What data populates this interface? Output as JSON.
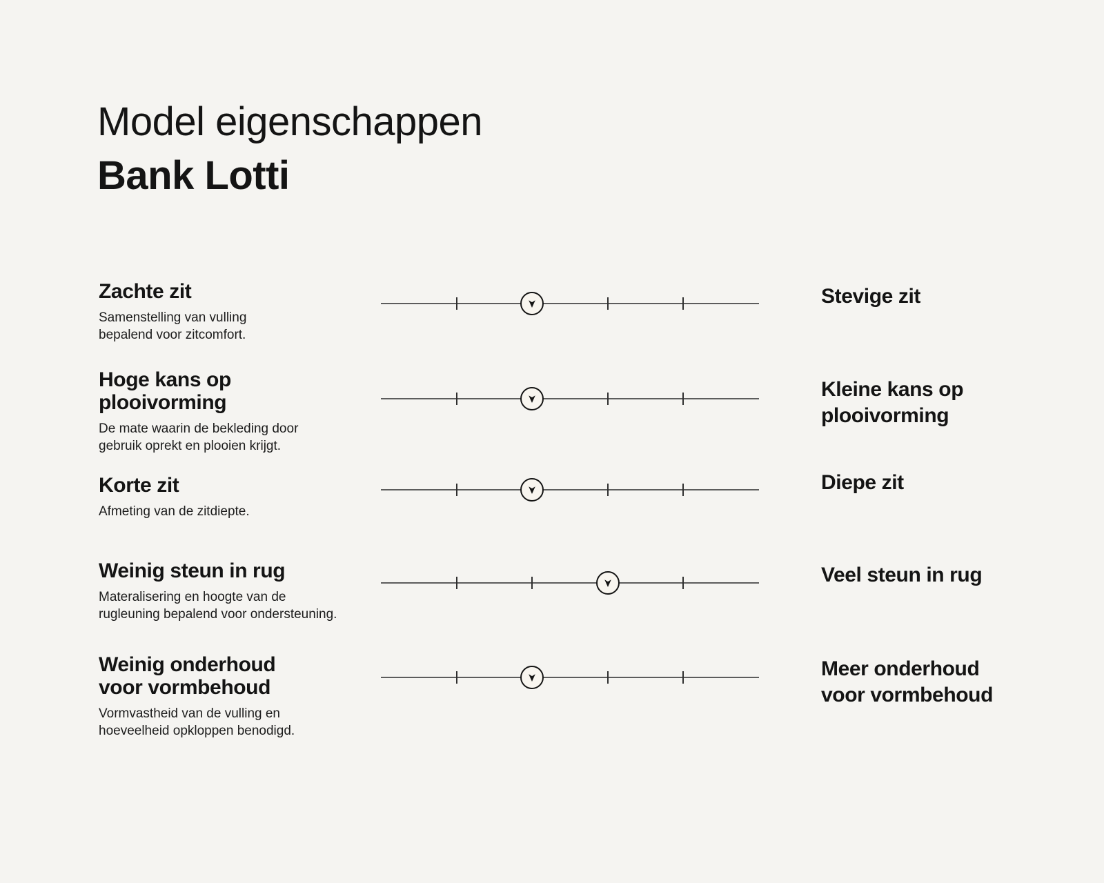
{
  "page": {
    "background": "#f5f4f1",
    "text_color": "#141414"
  },
  "header": {
    "title": "Model eigenschappen",
    "product": "Bank Lotti"
  },
  "scale": {
    "tick_positions_percent": [
      20,
      40,
      60,
      80
    ],
    "marker_icon": "down-dart-icon"
  },
  "colors": {
    "line": "#5c5c5c",
    "tick": "#2f2f2f",
    "marker_fill": "#f8f5ef",
    "marker_stroke": "#141414"
  },
  "rows": [
    {
      "left_title": "Zachte zit",
      "left_description": "Samenstelling van vulling\nbepalend voor zitcomfort.",
      "right_title": "Stevige zit",
      "marker_percent": 40
    },
    {
      "left_title": "Hoge kans op\nplooivorming",
      "left_description": "De mate waarin de bekleding door\ngebruik oprekt en plooien krijgt.",
      "right_title": "Kleine kans op\nplooivorming",
      "marker_percent": 40
    },
    {
      "left_title": "Korte zit",
      "left_description": "Afmeting van de zitdiepte.",
      "right_title": "Diepe zit",
      "marker_percent": 40
    },
    {
      "left_title": "Weinig steun in rug",
      "left_description": "Materalisering en hoogte van de\nrugleuning bepalend voor ondersteuning.",
      "right_title": "Veel steun in rug",
      "marker_percent": 60
    },
    {
      "left_title": "Weinig onderhoud\nvoor vormbehoud",
      "left_description": "Vormvastheid van de vulling en\nhoeveelheid opkloppen benodigd.",
      "right_title": "Meer onderhoud\nvoor vormbehoud",
      "marker_percent": 40
    }
  ]
}
